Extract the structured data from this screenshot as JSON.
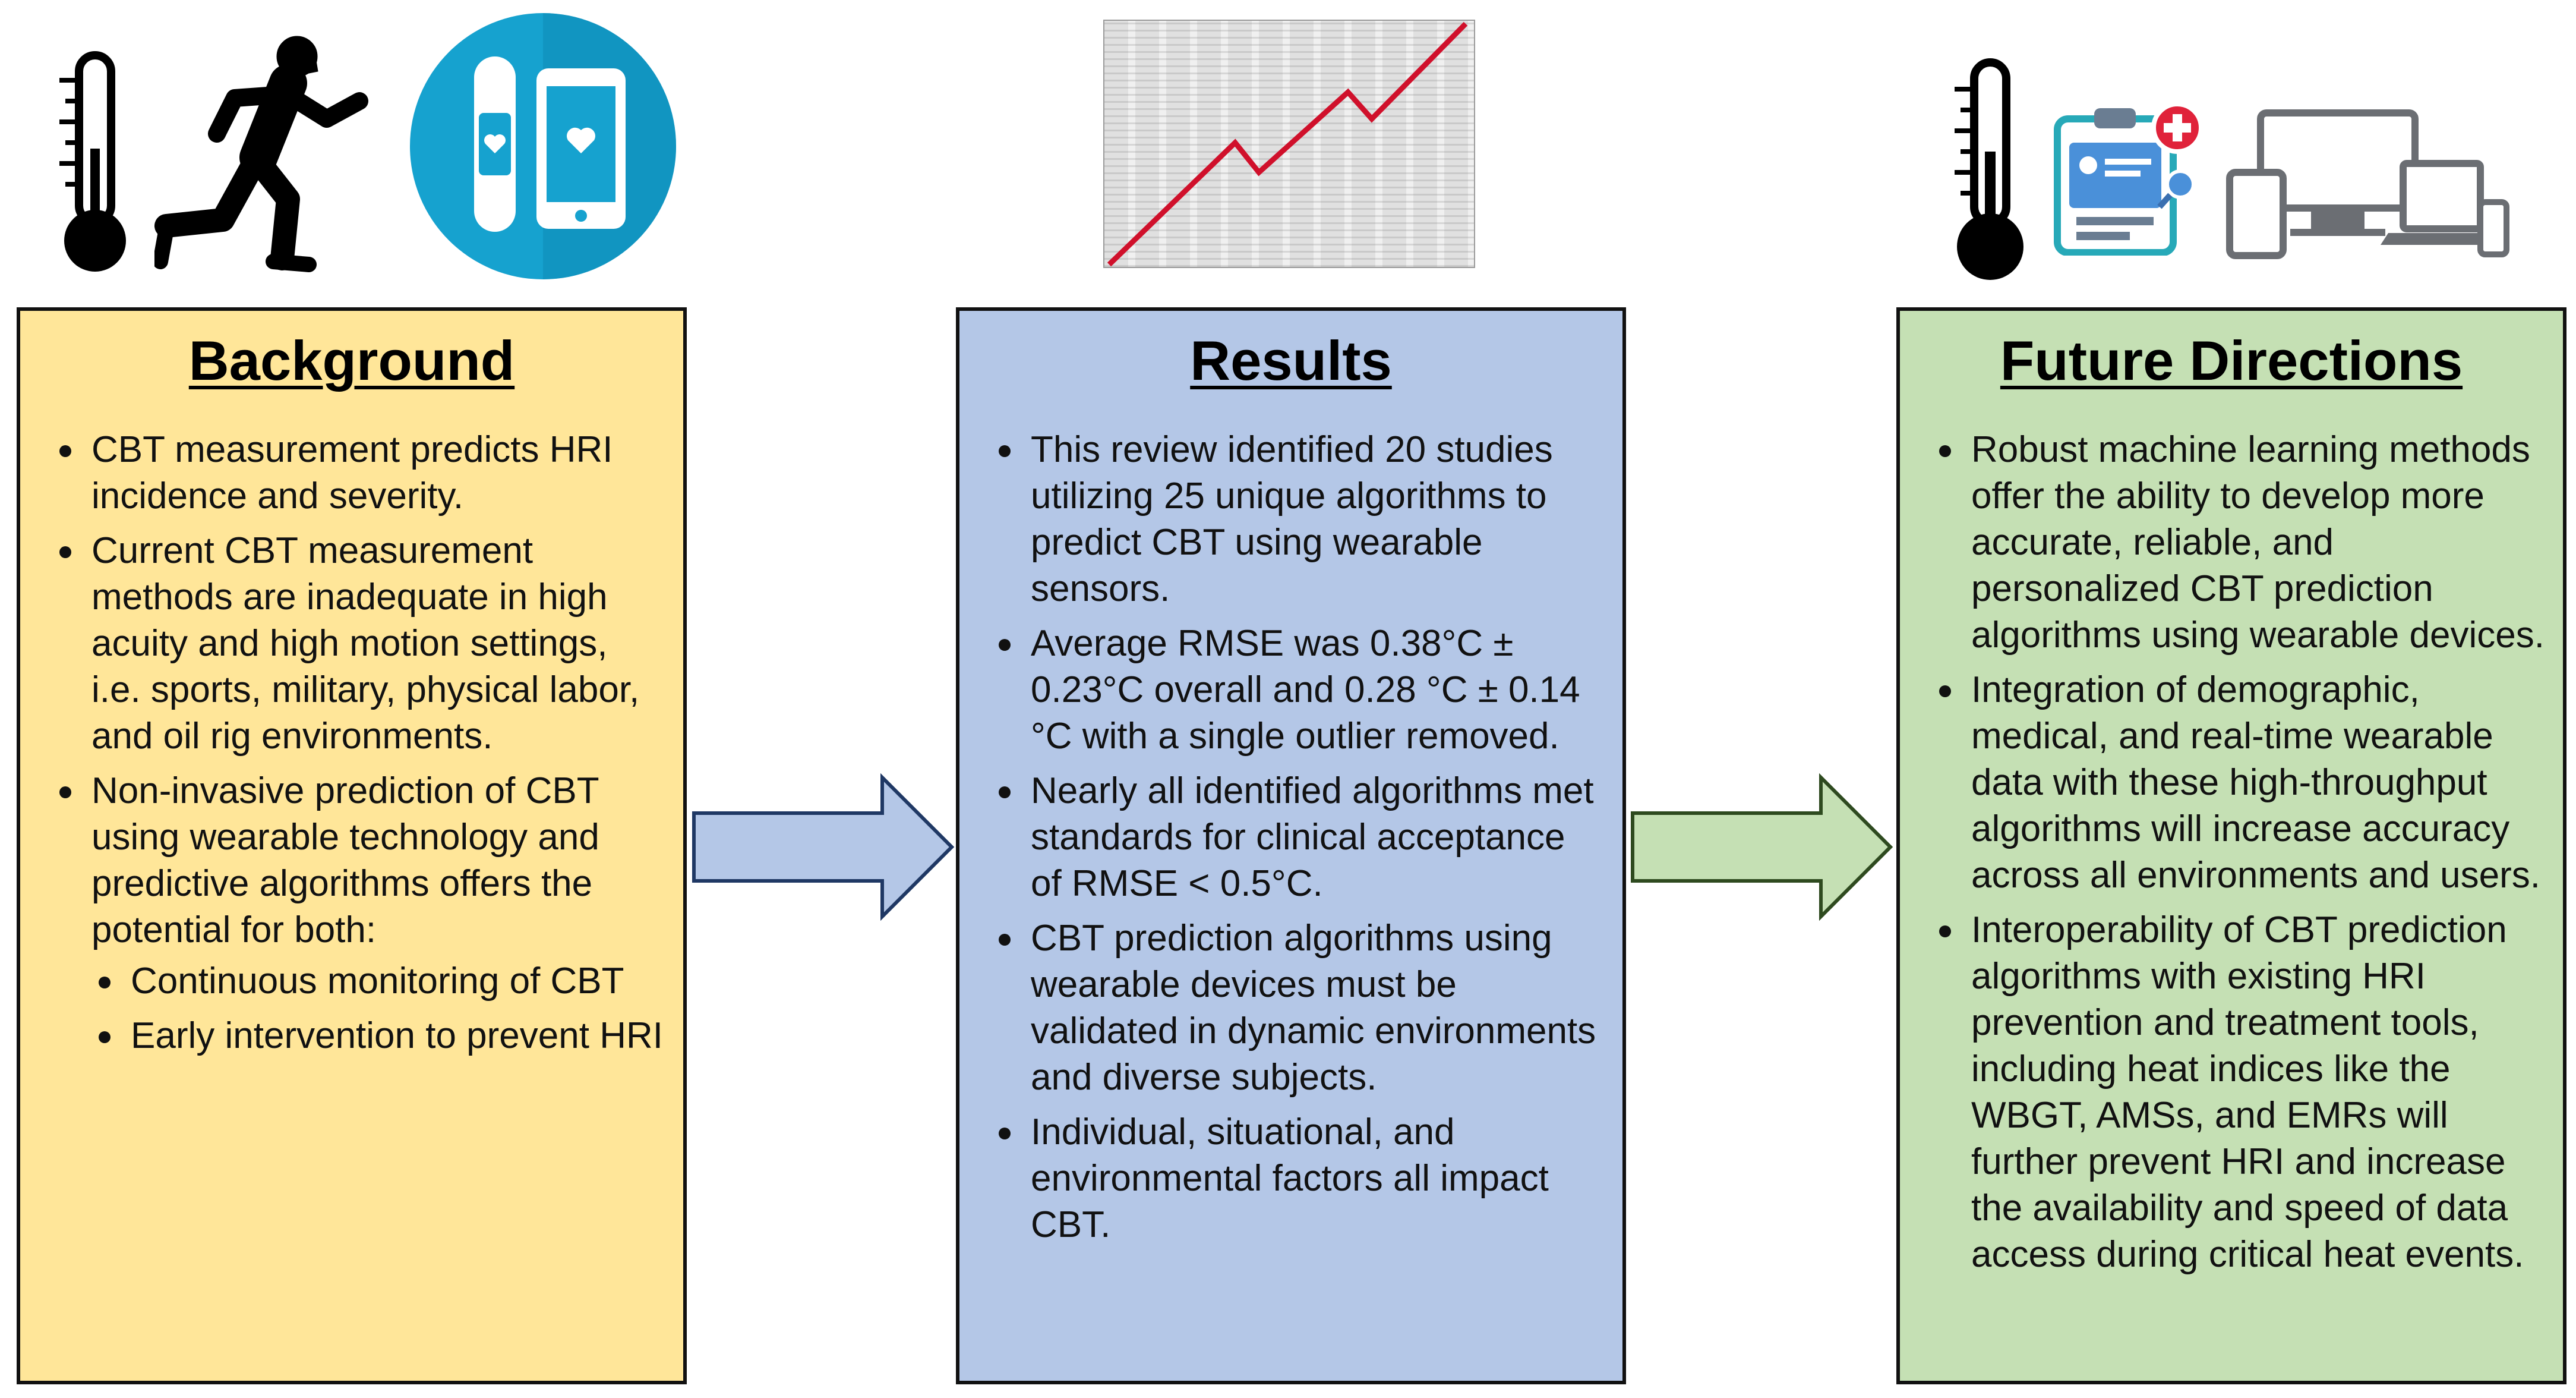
{
  "colors": {
    "background_panel": "#ffe699",
    "results_panel": "#b4c7e7",
    "future_panel": "#c5e0b4",
    "border": "#111111",
    "icon_black": "#000000",
    "watch_circle": "#16a2cf",
    "chart_line": "#d0102b"
  },
  "icons": {
    "left": [
      "thermometer-icon",
      "runner-icon",
      "wearable-devices-icon"
    ],
    "center": [
      "stock-chart-image"
    ],
    "right": [
      "thermometer-icon",
      "medical-record-icon",
      "computer-devices-icon"
    ]
  },
  "panels": {
    "background": {
      "title": "Background",
      "items": [
        "CBT measurement predicts HRI incidence and severity.",
        "Current CBT measurement methods are inadequate in high acuity and high motion settings, i.e. sports, military, physical labor, and oil rig environments.",
        "Non-invasive prediction of CBT using wearable technology and predictive algorithms offers the potential for both:"
      ],
      "subitems": [
        "Continuous monitoring of CBT",
        "Early intervention to prevent HRI"
      ]
    },
    "results": {
      "title": "Results",
      "items": [
        "This review identified 20 studies utilizing 25 unique algorithms to predict CBT using wearable sensors.",
        "Average RMSE was 0.38°C ± 0.23°C overall and 0.28 °C ± 0.14 °C with a single outlier removed.",
        "Nearly all identified algorithms met standards for clinical acceptance of RMSE < 0.5°C.",
        "CBT prediction algorithms using wearable devices must be validated in dynamic environments and diverse subjects.",
        "Individual, situational, and environmental factors all impact CBT."
      ]
    },
    "future": {
      "title": "Future Directions",
      "items": [
        "Robust machine learning methods offer the ability to develop more accurate, reliable, and personalized CBT prediction algorithms using wearable devices.",
        "Integration of demographic, medical, and real-time wearable data with these high-throughput algorithms will increase accuracy across all environments and users.",
        "Interoperability of CBT prediction algorithms with existing HRI prevention and treatment tools, including heat indices like the WBGT, AMSs, and EMRs will further prevent HRI and increase the availability and speed of data access during critical heat events."
      ]
    }
  }
}
